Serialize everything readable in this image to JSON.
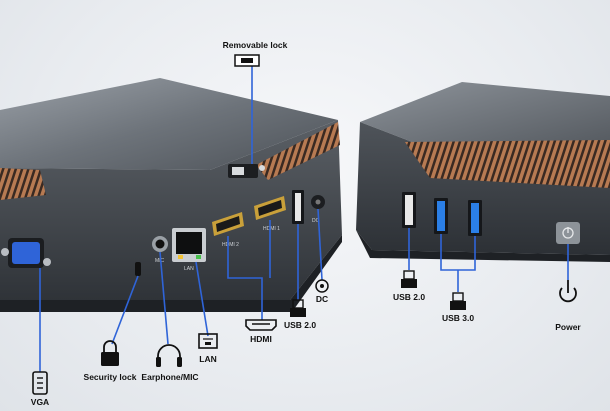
{
  "labels": {
    "removable_lock": "Removable lock",
    "vga": "VGA",
    "security_lock": "Security lock",
    "earphone_mic": "Earphone/MIC",
    "lan": "LAN",
    "hdmi": "HDMI",
    "usb20_left": "USB 2.0",
    "dc": "DC",
    "usb20_right": "USB 2.0",
    "usb30": "USB 3.0",
    "power": "Power"
  },
  "port_prints": {
    "hdmi2": "HDMI 2",
    "hdmi1": "HDMI 1",
    "lan": "LAN",
    "dc": "DC",
    "mic": "MIC"
  },
  "colors": {
    "accent_blue": "#2f64d8",
    "usb3_blue": "#2b7fe6",
    "hdmi_gold": "#c9a03a",
    "body_dark": "#3a3e44",
    "heatsink_copper": "#c4865e"
  }
}
